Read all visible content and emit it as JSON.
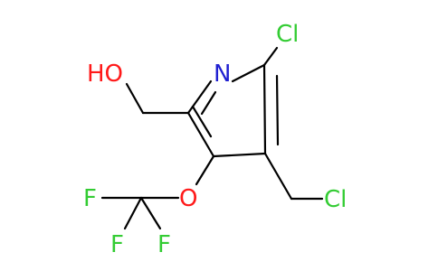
{
  "labels": {
    "n": "N",
    "cl_ring": "Cl",
    "hydroxyl": "HO",
    "cl_methyl": "Cl",
    "oxygen": "O",
    "f_top": "F",
    "f_left": "F",
    "f_right": "F"
  },
  "colors": {
    "bond": "#000000",
    "nitrogen": "#1f1fd1",
    "chlorine": "#33cc33",
    "oxygen": "#ff1a1a",
    "fluorine": "#33cc33"
  }
}
